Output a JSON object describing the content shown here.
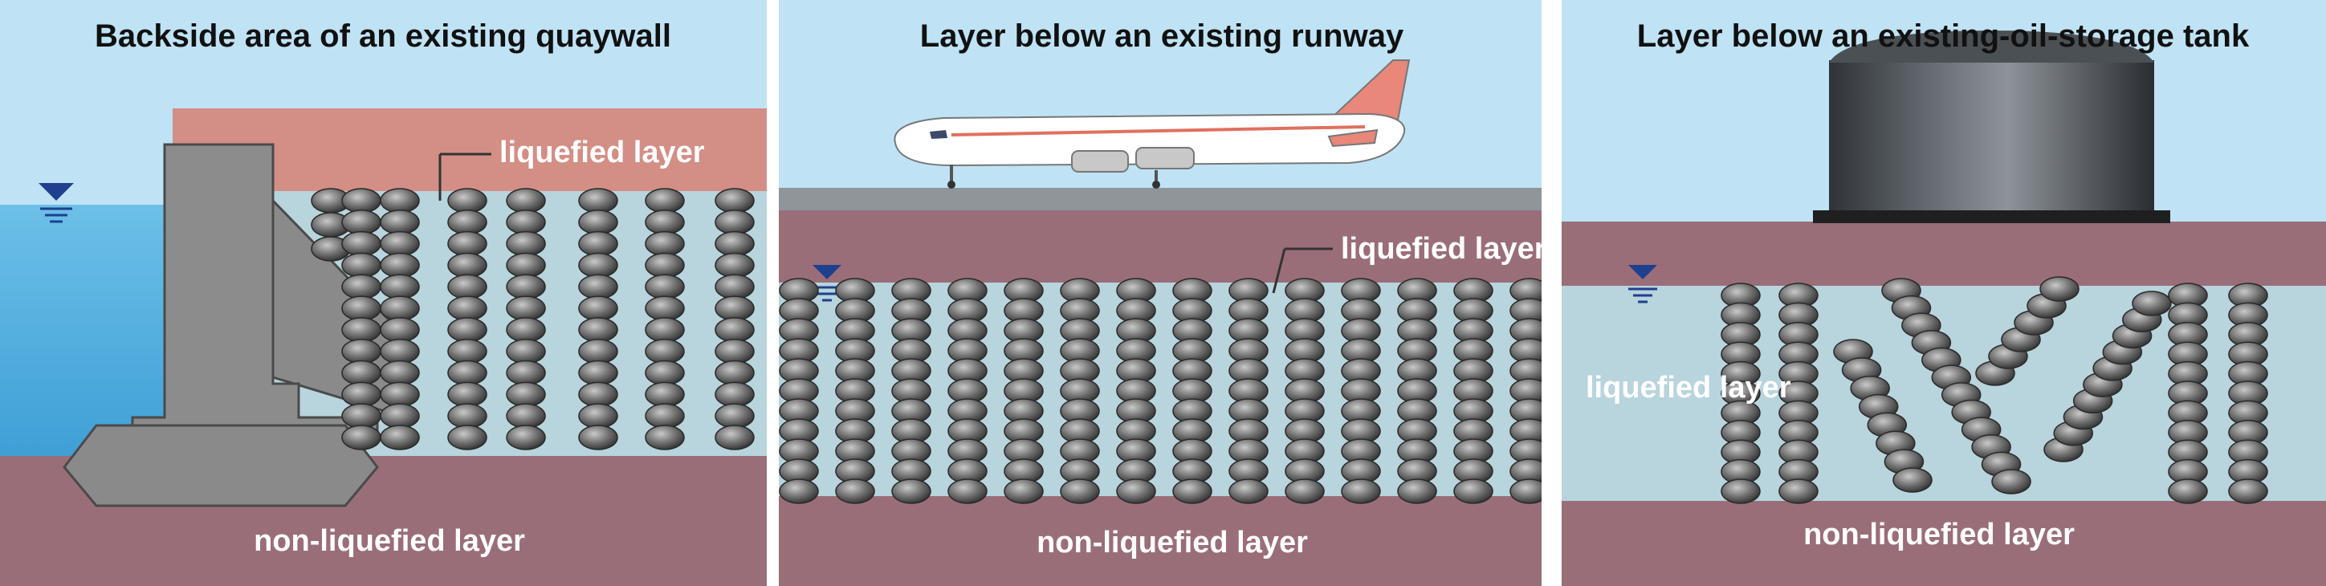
{
  "panels": [
    {
      "title": "Backside area of an existing quaywall",
      "liquefied_label": "liquefied layer",
      "nonliquefied_label": "non-liquefied layer"
    },
    {
      "title": "Layer below an existing runway",
      "liquefied_label": "liquefied layer",
      "nonliquefied_label": "non-liquefied layer"
    },
    {
      "title": "Layer below an existing-oil-storage tank",
      "liquefied_label": "liquefied layer",
      "nonliquefied_label": "non-liquefied layer"
    }
  ],
  "colors": {
    "sky": "#bfe3f5",
    "topsoil": "#d38e86",
    "liquefied": "#b8d4dd",
    "nonliquefied": "#9a6e78",
    "sea": "#5fb6e2",
    "column": "#6a6a6a",
    "water_marker": "#1f3f8f"
  },
  "icons": [
    "water-level-icon",
    "airplane-icon",
    "oil-tank-icon",
    "quaywall-icon"
  ]
}
